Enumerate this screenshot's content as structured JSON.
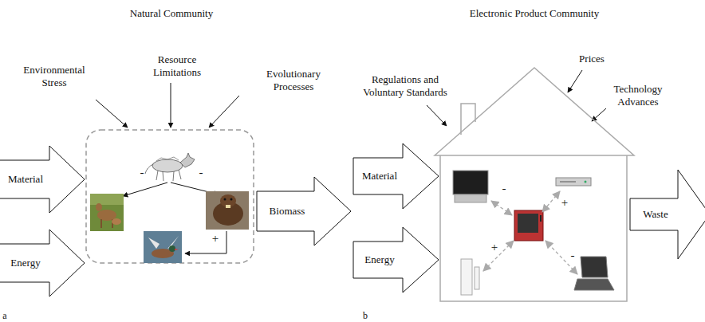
{
  "diagram": {
    "nodes": [
      {
        "text": [
          "Material"
        ]
      },
      {
        "text": [
          "Energy"
        ]
      },
      {
        "text": [
          "Biomass"
        ]
      },
      {
        "text": [
          "Material"
        ]
      },
      {
        "text": [
          "Energy"
        ]
      },
      {
        "text": [
          "Waste"
        ]
      }
    ],
    "labels": [
      "Natural Community",
      "Environmental Stress",
      "Resource Limitations",
      "Evolutionary Processes",
      "-",
      "-",
      "+",
      "Electronic Product Community",
      "Regulations and Voluntary Standards",
      "Prices",
      "Technology Advances",
      "-",
      "+",
      "+",
      "-",
      "a",
      "b"
    ]
  }
}
